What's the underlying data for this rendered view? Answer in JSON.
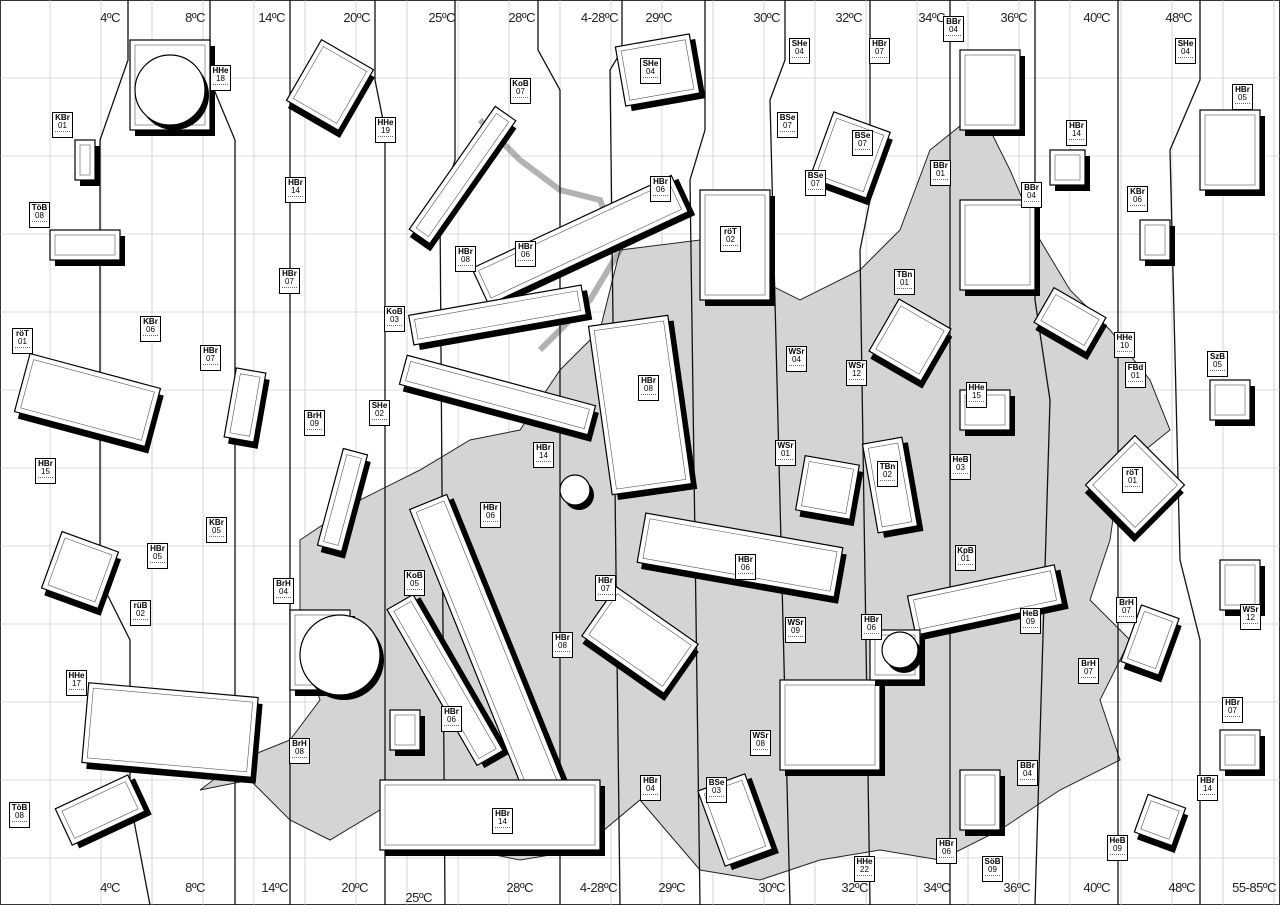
{
  "top_temps": [
    "4ºC",
    "8ºC",
    "14ºC",
    "20ºC",
    "25ºC",
    "28ºC",
    "4-28ºC",
    "29ºC",
    "30ºC",
    "32ºC",
    "34ºC",
    "36ºC",
    "40ºC",
    "48ºC"
  ],
  "bottom_temps": [
    "4ºC",
    "8ºC",
    "14ºC",
    "20ºC",
    "25ºC",
    "28ºC",
    "4-28ºC",
    "29ºC",
    "30ºC",
    "32ºC",
    "34ºC",
    "36ºC",
    "40ºC",
    "48ºC",
    "55-85ºC"
  ],
  "tags": [
    {
      "code": "KoB",
      "num": "07"
    },
    {
      "code": "HHe",
      "num": "18"
    },
    {
      "code": "SHe",
      "num": "04"
    },
    {
      "code": "SHe",
      "num": "04"
    },
    {
      "code": "HBr",
      "num": "07"
    },
    {
      "code": "BBr",
      "num": "04"
    },
    {
      "code": "SHe",
      "num": "04"
    },
    {
      "code": "KBr",
      "num": "01"
    },
    {
      "code": "HHe",
      "num": "19"
    },
    {
      "code": "BSe",
      "num": "07"
    },
    {
      "code": "BSe",
      "num": "07"
    },
    {
      "code": "HBr",
      "num": "14"
    },
    {
      "code": "HBr",
      "num": "05"
    },
    {
      "code": "HBr",
      "num": "14"
    },
    {
      "code": "TöB",
      "num": "08"
    },
    {
      "code": "BBr",
      "num": "01"
    },
    {
      "code": "BSe",
      "num": "07"
    },
    {
      "code": "HBr",
      "num": "06"
    },
    {
      "code": "BBr",
      "num": "04"
    },
    {
      "code": "KBr",
      "num": "06"
    },
    {
      "code": "röT",
      "num": "02"
    },
    {
      "code": "HBr",
      "num": "06"
    },
    {
      "code": "HBr",
      "num": "08"
    },
    {
      "code": "HBr",
      "num": "07"
    },
    {
      "code": "TBn",
      "num": "01"
    },
    {
      "code": "KoB",
      "num": "03"
    },
    {
      "code": "KBr",
      "num": "06"
    },
    {
      "code": "röT",
      "num": "01"
    },
    {
      "code": "HBr",
      "num": "07"
    },
    {
      "code": "WSr",
      "num": "04"
    },
    {
      "code": "WSr",
      "num": "12"
    },
    {
      "code": "HHe",
      "num": "10"
    },
    {
      "code": "SzB",
      "num": "05"
    },
    {
      "code": "FBd",
      "num": "01"
    },
    {
      "code": "HBr",
      "num": "08"
    },
    {
      "code": "HHe",
      "num": "15"
    },
    {
      "code": "BrH",
      "num": "09"
    },
    {
      "code": "SHe",
      "num": "02"
    },
    {
      "code": "WSr",
      "num": "01"
    },
    {
      "code": "HBr",
      "num": "15"
    },
    {
      "code": "HBr",
      "num": "14"
    },
    {
      "code": "TBn",
      "num": "02"
    },
    {
      "code": "HeB",
      "num": "03"
    },
    {
      "code": "röT",
      "num": "01"
    },
    {
      "code": "HBr",
      "num": "06"
    },
    {
      "code": "KBr",
      "num": "05"
    },
    {
      "code": "HBr",
      "num": "05"
    },
    {
      "code": "KpB",
      "num": "01"
    },
    {
      "code": "HBr",
      "num": "06"
    },
    {
      "code": "KoB",
      "num": "05"
    },
    {
      "code": "BrH",
      "num": "04"
    },
    {
      "code": "HBr",
      "num": "07"
    },
    {
      "code": "rüB",
      "num": "02"
    },
    {
      "code": "BrH",
      "num": "07"
    },
    {
      "code": "HeB",
      "num": "09"
    },
    {
      "code": "WSr",
      "num": "12"
    },
    {
      "code": "WSr",
      "num": "09"
    },
    {
      "code": "HBr",
      "num": "06"
    },
    {
      "code": "HBr",
      "num": "08"
    },
    {
      "code": "BrH",
      "num": "07"
    },
    {
      "code": "HHe",
      "num": "17"
    },
    {
      "code": "HBr",
      "num": "06"
    },
    {
      "code": "BrH",
      "num": "08"
    },
    {
      "code": "WSr",
      "num": "08"
    },
    {
      "code": "HBr",
      "num": "07"
    },
    {
      "code": "BBr",
      "num": "04"
    },
    {
      "code": "HBr",
      "num": "04"
    },
    {
      "code": "BSe",
      "num": "03"
    },
    {
      "code": "HBr",
      "num": "14"
    },
    {
      "code": "TöB",
      "num": "08"
    },
    {
      "code": "HBr",
      "num": "14"
    },
    {
      "code": "HBr",
      "num": "06"
    },
    {
      "code": "HHe",
      "num": "22"
    },
    {
      "code": "SöB",
      "num": "09"
    },
    {
      "code": "HeB",
      "num": "09"
    }
  ]
}
